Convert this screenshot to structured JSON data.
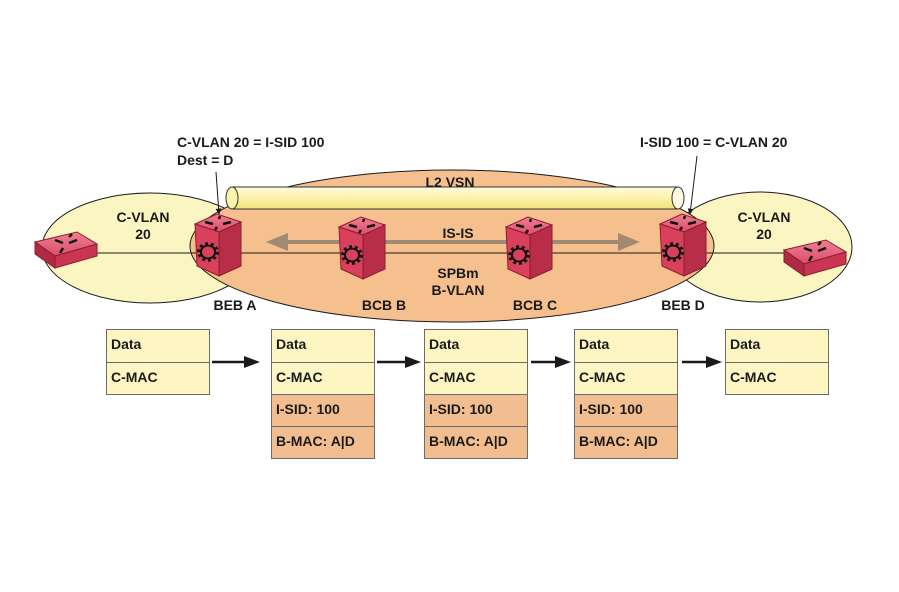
{
  "colors": {
    "customer_cloud": "#fbf5c1",
    "backbone_cloud": "#f5c08d",
    "switch": "#d8405c",
    "frame_customer": "#fdf6c3",
    "frame_backbone": "#f3be8f",
    "isis_arrow": "#a08a74"
  },
  "annotations": {
    "left_mapping": "C-VLAN 20 = I-SID 100",
    "left_dest": "Dest = D",
    "right_mapping": "I-SID 100 = C-VLAN 20"
  },
  "network": {
    "l2vsn_label": "L2 VSN",
    "isis_label": "IS-IS",
    "spbm_label": "SPBm",
    "bvlan_label": "B-VLAN",
    "left_cvlan": {
      "line1": "C-VLAN",
      "line2": "20"
    },
    "right_cvlan": {
      "line1": "C-VLAN",
      "line2": "20"
    },
    "nodes": [
      {
        "id": "beb-a",
        "label": "BEB A",
        "icon": "backbone-edge-switch-icon"
      },
      {
        "id": "bcb-b",
        "label": "BCB B",
        "icon": "backbone-core-switch-icon"
      },
      {
        "id": "bcb-c",
        "label": "BCB C",
        "icon": "backbone-core-switch-icon"
      },
      {
        "id": "beb-d",
        "label": "BEB D",
        "icon": "backbone-edge-switch-icon"
      }
    ],
    "edge_switches": [
      {
        "id": "customer-switch-left",
        "icon": "access-switch-icon"
      },
      {
        "id": "customer-switch-right",
        "icon": "access-switch-icon"
      }
    ]
  },
  "frames": [
    {
      "rows": [
        {
          "text": "Data",
          "type": "customer"
        },
        {
          "text": "C-MAC",
          "type": "customer"
        }
      ]
    },
    {
      "rows": [
        {
          "text": "Data",
          "type": "customer"
        },
        {
          "text": "C-MAC",
          "type": "customer"
        },
        {
          "text": "I-SID: 100",
          "type": "backbone"
        },
        {
          "text": "B-MAC: A|D",
          "type": "backbone"
        }
      ]
    },
    {
      "rows": [
        {
          "text": "Data",
          "type": "customer"
        },
        {
          "text": "C-MAC",
          "type": "customer"
        },
        {
          "text": "I-SID: 100",
          "type": "backbone"
        },
        {
          "text": "B-MAC: A|D",
          "type": "backbone"
        }
      ]
    },
    {
      "rows": [
        {
          "text": "Data",
          "type": "customer"
        },
        {
          "text": "C-MAC",
          "type": "customer"
        },
        {
          "text": "I-SID: 100",
          "type": "backbone"
        },
        {
          "text": "B-MAC: A|D",
          "type": "backbone"
        }
      ]
    },
    {
      "rows": [
        {
          "text": "Data",
          "type": "customer"
        },
        {
          "text": "C-MAC",
          "type": "customer"
        }
      ]
    }
  ]
}
